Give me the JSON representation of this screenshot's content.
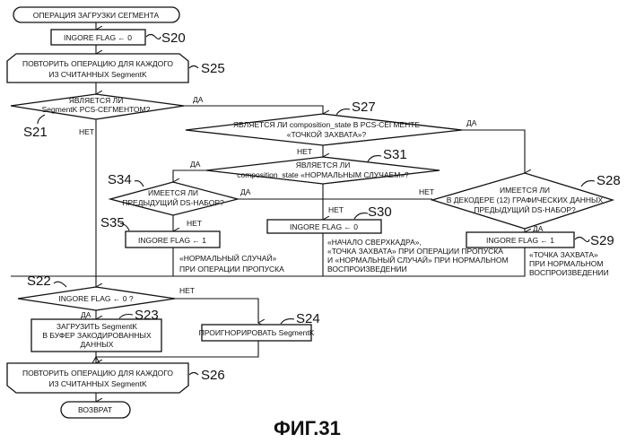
{
  "figure_label": "ФИГ.31",
  "start": "ОПЕРАЦИЯ ЗАГРУЗКИ СЕГМЕНТА",
  "end": "ВОЗВРАТ",
  "s20": {
    "id": "S20",
    "text": "INGORE FLAG ← 0"
  },
  "s25": {
    "id": "S25",
    "line1": "ПОВТОРИТЬ ОПЕРАЦИЮ ДЛЯ КАЖДОГО",
    "line2": "ИЗ СЧИТАННЫХ SegmentK"
  },
  "s21": {
    "id": "S21",
    "line1": "ЯВЛЯЕТСЯ ЛИ",
    "line2": "SegmentK PCS-СЕГМЕНТОМ?",
    "yes": "ДА",
    "no": "НЕТ"
  },
  "s27": {
    "id": "S27",
    "line1": "ЯВЛЯЕТСЯ ЛИ composition_state В PCS-СЕГМЕНТЕ",
    "line2": "«ТОЧКОЙ ЗАХВАТА»?",
    "yes": "ДА",
    "no": "НЕТ"
  },
  "s31": {
    "id": "S31",
    "line1": "ЯВЛЯЕТСЯ ЛИ",
    "line2": "composition_state «НОРМАЛЬНЫМ СЛУЧАЕМ»?",
    "yes": "ДА",
    "no": "НЕТ"
  },
  "s34": {
    "id": "S34",
    "line1": "ИМЕЕТСЯ ЛИ",
    "line2": "ПРЕДЫДУЩИЙ DS-НАБОР?",
    "yes": "ДА",
    "no": "НЕТ"
  },
  "s28": {
    "id": "S28",
    "line1": "ИМЕЕТСЯ ЛИ",
    "line2": "В ДЕКОДЕРЕ (12) ГРАФИЧЕСКИХ ДАННЫХ",
    "line3": "ПРЕДЫДУЩИЙ DS-НАБОР?",
    "yes": "ДА",
    "no": "НЕТ"
  },
  "s35": {
    "id": "S35",
    "text": "INGORE FLAG ← 1",
    "note1": "«НОРМАЛЬНЫЙ СЛУЧАЙ»",
    "note2": "ПРИ ОПЕРАЦИИ ПРОПУСКА"
  },
  "s30": {
    "id": "S30",
    "text": "INGORE FLAG ← 0",
    "note1": "«НАЧАЛО СВЕРХКАДРА»,",
    "note2": "«ТОЧКА ЗАХВАТА» ПРИ ОПЕРАЦИИ ПРОПУСКА",
    "note3": "И «НОРМАЛЬНЫЙ СЛУЧАЙ» ПРИ НОРМАЛЬНОМ",
    "note4": "ВОСПРОИЗВЕДЕНИИ"
  },
  "s29": {
    "id": "S29",
    "text": "INGORE FLAG ← 1",
    "note1": "«ТОЧКА ЗАХВАТА»",
    "note2": "ПРИ НОРМАЛЬНОМ",
    "note3": "ВОСПРОИЗВЕДЕНИИ"
  },
  "s22": {
    "id": "S22",
    "text": "INGORE FLAG ← 0 ?",
    "yes": "ДА",
    "no": "НЕТ"
  },
  "s23": {
    "id": "S23",
    "line1": "ЗАГРУЗИТЬ SegmentK",
    "line2": "В БУФЕР ЗАКОДИРОВАННЫХ",
    "line3": "ДАННЫХ"
  },
  "s24": {
    "id": "S24",
    "text": "ПРОИГНОРИРОВАТЬ SegmentK"
  },
  "s26": {
    "id": "S26",
    "line1": "ПОВТОРИТЬ ОПЕРАЦИЮ ДЛЯ КАЖДОГО",
    "line2": "ИЗ СЧИТАННЫХ SegmentK"
  }
}
